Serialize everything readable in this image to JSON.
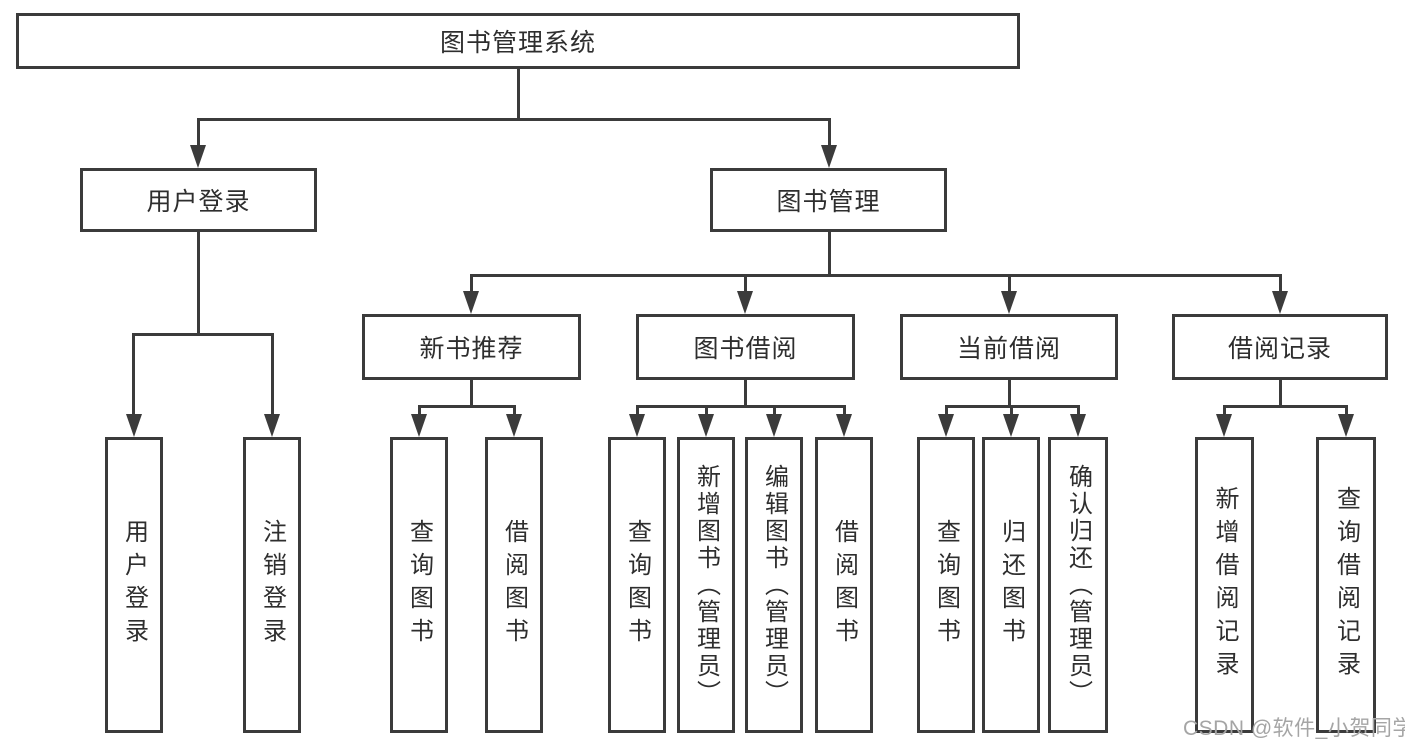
{
  "tree": {
    "root": {
      "label": "图书管理系统"
    },
    "login": {
      "label": "用户登录",
      "children": [
        {
          "label": "用户登录"
        },
        {
          "label": "注销登录"
        }
      ]
    },
    "manage": {
      "label": "图书管理",
      "groups": [
        {
          "label": "新书推荐",
          "children": [
            {
              "label": "查询图书"
            },
            {
              "label": "借阅图书"
            }
          ]
        },
        {
          "label": "图书借阅",
          "children": [
            {
              "label": "查询图书"
            },
            {
              "label": "新增图书（管理员）"
            },
            {
              "label": "编辑图书（管理员）"
            },
            {
              "label": "借阅图书"
            }
          ]
        },
        {
          "label": "当前借阅",
          "children": [
            {
              "label": "查询图书"
            },
            {
              "label": "归还图书"
            },
            {
              "label": "确认归还（管理员）"
            }
          ]
        },
        {
          "label": "借阅记录",
          "children": [
            {
              "label": "新增借阅记录"
            },
            {
              "label": "查询借阅记录"
            }
          ]
        }
      ]
    }
  },
  "watermark": {
    "text": "CSDN @软件_小贺同学"
  },
  "colors": {
    "line": "#3b3b3b",
    "text": "#2e2e2e",
    "watermark": "#a5a5a5",
    "background": "#ffffff"
  }
}
